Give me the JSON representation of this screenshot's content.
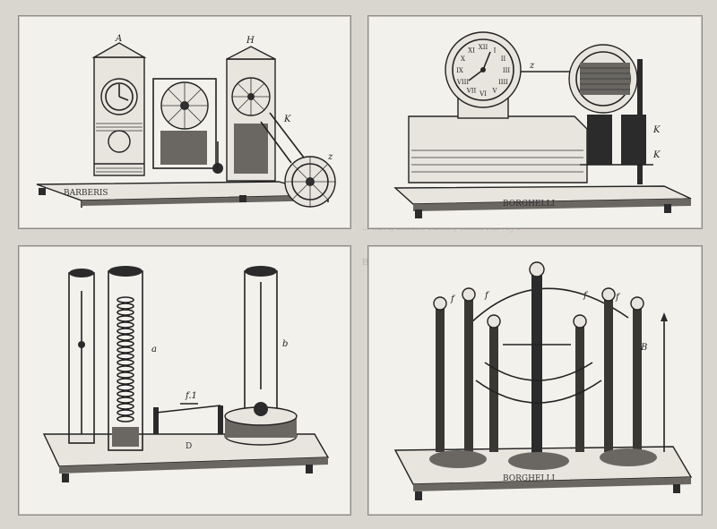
{
  "background_text": {
    "mid_left_line1": "... 5DA, Lindon Tunnel, Island Harvey's",
    "mid_left_line2": "Bond No. 698 1901, Sound No. 6",
    "mid_left_line3": "3. ... 1"
  },
  "panels": [
    {
      "id": "panel-1",
      "labels": [
        "A",
        "H",
        "K",
        "z"
      ],
      "stamp": "BARBERIS"
    },
    {
      "id": "panel-2",
      "labels": [
        "z",
        "K",
        "K"
      ],
      "stamp": "BORGHELLI",
      "dial_numerals": [
        "XII",
        "I",
        "II",
        "III",
        "IIII",
        "V",
        "VI",
        "VII",
        "VIII",
        "IX",
        "X",
        "XI"
      ]
    },
    {
      "id": "panel-3",
      "labels": [
        "a",
        "b",
        "f.1",
        "D"
      ]
    },
    {
      "id": "panel-4",
      "labels": [
        "f",
        "f",
        "f",
        "f",
        "B"
      ],
      "stamp": "BORGHELLI"
    }
  ]
}
